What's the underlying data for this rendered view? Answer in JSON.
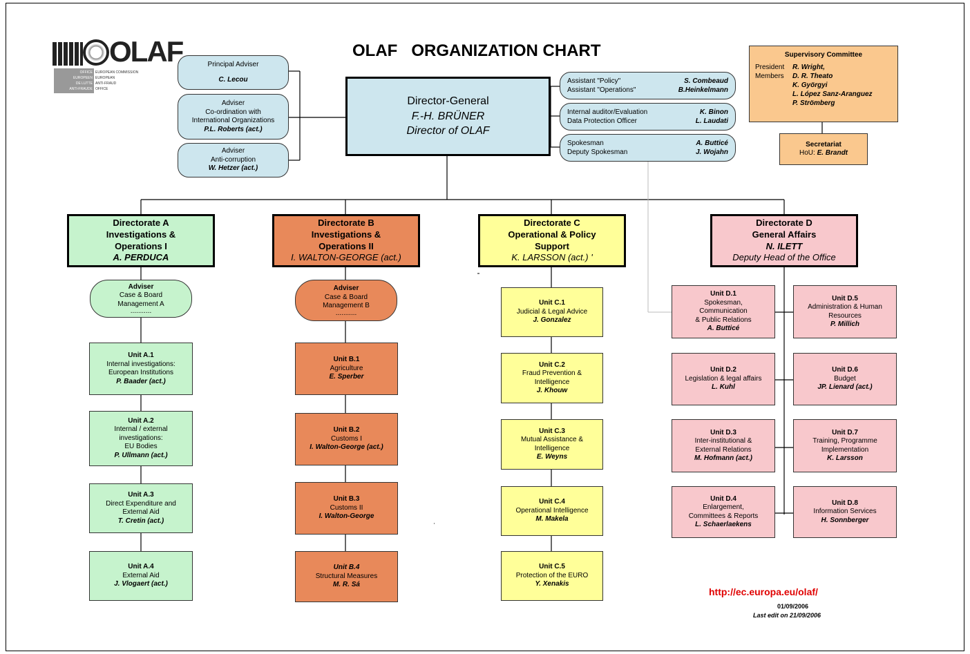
{
  "title": "OLAF   ORGANIZATION CHART",
  "logo": {
    "wordmark": "OLAF",
    "subtext_left": [
      "OFFICE",
      "EUROPEEN",
      "DE LUTTE",
      "ANTI-FRAUDE"
    ],
    "subtext_right": [
      "EUROPEAN COMMISSION",
      "EUROPEAN",
      "ANTI-FRAUD",
      "OFFICE"
    ]
  },
  "advisers_left": [
    {
      "lines": [
        "Principal Adviser"
      ],
      "name": "C. Lecou"
    },
    {
      "lines": [
        "Adviser",
        "Co-ordination with",
        "International Organizations"
      ],
      "name": "P.L. Roberts (act.)"
    },
    {
      "lines": [
        "Adviser",
        "Anti-corruption"
      ],
      "name": "W. Hetzer (act.)"
    }
  ],
  "director_general": {
    "title": "Director-General",
    "name": "F.-H. BRÜNER",
    "subtitle": "Director of OLAF"
  },
  "assistants_right": [
    {
      "rows": [
        [
          "Assistant \"Policy\"",
          "S. Combeaud"
        ],
        [
          "Assistant \"Operations\"",
          "B.Heinkelmann"
        ]
      ]
    },
    {
      "rows": [
        [
          "Internal auditor/Evaluation",
          "K. Binon"
        ],
        [
          "Data Protection Officer",
          "L. Laudati"
        ]
      ]
    },
    {
      "rows": [
        [
          "Spokesman",
          "A. Butticé"
        ],
        [
          "Deputy Spokesman",
          "J. Wojahn"
        ]
      ]
    }
  ],
  "supervisory": {
    "title": "Supervisory Committee",
    "label_president": "President",
    "label_members": "Members",
    "names": [
      "R. Wright,",
      "D. R. Theato",
      "K. Györgyi",
      "L. López Sanz-Aranguez",
      "P. Strömberg"
    ]
  },
  "secretariat": {
    "title": "Secretariat",
    "label": "HoU:",
    "name": "E. Brandt"
  },
  "directorates": [
    {
      "lines": [
        "Directorate A",
        "Investigations &",
        "Operations I"
      ],
      "name": "A. PERDUCA"
    },
    {
      "lines": [
        "Directorate  B",
        "Investigations &",
        "Operations II"
      ],
      "name": "I. WALTON-GEORGE (act.)"
    },
    {
      "lines": [
        "Directorate C",
        "Operational & Policy",
        "Support"
      ],
      "name": "K. LARSSON (act.) '"
    },
    {
      "lines": [
        "Directorate D",
        "General Affairs"
      ],
      "name": "N. ILETT",
      "subtitle": "Deputy Head of the Office"
    }
  ],
  "case_advisers": [
    {
      "title": "Adviser",
      "lines": [
        "Case & Board",
        "Management A"
      ],
      "dots": "..........."
    },
    {
      "title": "Adviser",
      "lines": [
        "Case & Board",
        "Management B"
      ],
      "dots": "..........."
    }
  ],
  "units_a": [
    {
      "title": "Unit  A.1",
      "lines": [
        "Internal investigations:",
        "European Institutions"
      ],
      "name": "P. Baader (act.)"
    },
    {
      "title": "Unit A.2",
      "lines": [
        "Internal / external",
        "investigations:",
        "EU Bodies"
      ],
      "name": "P. Ullmann (act.)"
    },
    {
      "title": "Unit  A.3",
      "lines": [
        "Direct Expenditure and",
        "External Aid"
      ],
      "name": "T. Cretin  (act.)"
    },
    {
      "title": "Unit  A.4",
      "lines": [
        "External Aid"
      ],
      "name": "J. Vlogaert  (act.)"
    }
  ],
  "units_b": [
    {
      "title": "Unit B.1",
      "lines": [
        "Agriculture"
      ],
      "name": "E. Sperber"
    },
    {
      "title": "Unit B.2",
      "lines": [
        "Customs I"
      ],
      "name": "I. Walton-George (act.)"
    },
    {
      "title": "Unit B.3",
      "lines": [
        "Customs II"
      ],
      "name": "I. Walton-George"
    },
    {
      "title": "Unit B.4",
      "lines": [
        "Structural Measures"
      ],
      "name": "M. R. Sá"
    }
  ],
  "units_c": [
    {
      "title": "Unit C.1",
      "lines": [
        "Judicial & Legal Advice"
      ],
      "name": "J. Gonzalez"
    },
    {
      "title": "Unit C.2",
      "lines": [
        "Fraud Prevention &",
        "Intelligence"
      ],
      "name": "J. Khouw"
    },
    {
      "title": "Unit C.3",
      "lines": [
        "Mutual Assistance &",
        "Intelligence"
      ],
      "name": "E. Weyns"
    },
    {
      "title": "Unit C.4",
      "lines": [
        "Operational Intelligence"
      ],
      "name": "M. Makela"
    },
    {
      "title": "Unit C.5",
      "lines": [
        "Protection of the EURO"
      ],
      "name": "Y. Xenakis"
    }
  ],
  "units_d_left": [
    {
      "title": "Unit D.1",
      "lines": [
        "Spokesman,",
        "Communication",
        "& Public Relations"
      ],
      "name": "A. Butticé"
    },
    {
      "title": "Unit D.2",
      "lines": [
        "Legislation & legal affairs"
      ],
      "name": "L. Kuhl"
    },
    {
      "title": "Unit D.3",
      "lines": [
        "Inter-institutional &",
        "External Relations"
      ],
      "name": "M. Hofmann (act.)"
    },
    {
      "title": "Unit D.4",
      "lines": [
        "Enlargement,",
        "Committees & Reports"
      ],
      "name": "L. Schaerlaekens"
    }
  ],
  "units_d_right": [
    {
      "title": "Unit D.5",
      "lines": [
        "Administration & Human",
        "Resources"
      ],
      "name": "P. Millich"
    },
    {
      "title": "Unit D.6",
      "lines": [
        "Budget"
      ],
      "name": "JP. Lienard  (act.)"
    },
    {
      "title": "Unit D.7",
      "lines": [
        "Training, Programme",
        "Implementation"
      ],
      "name": "K. Larsson"
    },
    {
      "title": "Unit D.8",
      "lines": [
        "Information Services"
      ],
      "name": "H. Sonnberger"
    }
  ],
  "footer": {
    "url": "http://ec.europa.eu/olaf/",
    "date": "01/09/2006",
    "edit": "Last edit on 21/09/2006"
  },
  "colors": {
    "dg": "#cde6ee",
    "a": "#c6f3cd",
    "b": "#e8895a",
    "c": "#ffff99",
    "d": "#f8c8cc",
    "supervisory": "#fac88e",
    "url": "#e00000"
  }
}
